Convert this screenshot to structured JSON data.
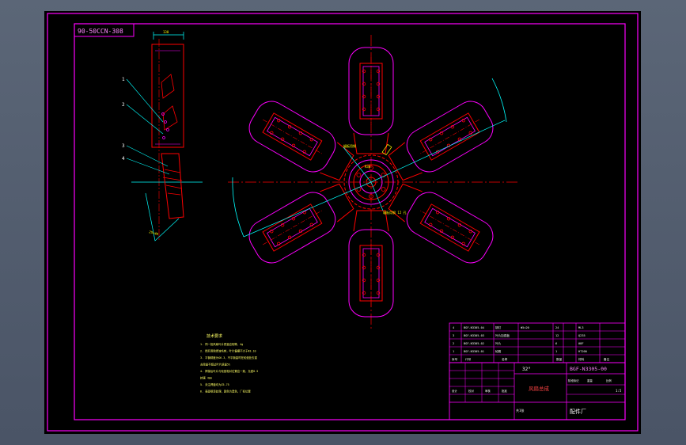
{
  "drawing_number_rotated": "90-50CCN-308",
  "part_labels": [
    "1",
    "2",
    "3",
    "4"
  ],
  "dimension_top": "130",
  "dimension_side": "25×40",
  "center_labels": [
    "辐板用钢",
    "R30",
    "辐板用钢 12 孔"
  ],
  "tech_notes": {
    "title": "技术要求",
    "lines": [
      "1. 同一批风扇叶片质量应相等，4g",
      "2. 焊后清除焊渣毛刺，叶片偏摆不大于Φ3.10",
      "3. 平衡精度为G6.3，不平衡量时在轮毂处去重",
      "   去除量不超过叶片质量5%",
      "4. 焊接后叶片与轮毂相对位置应一致，允差0.5",
      "   转速 4mm",
      "5. 未注焊缝均为Z5-75",
      "6. 表面喷漆处理，颜色为黑色，厂标位置"
    ]
  },
  "bom": {
    "rows": [
      {
        "no": "4",
        "code": "BGF-N3305-04",
        "name": "铆钉",
        "spec": "Φ5×20",
        "qty": "24",
        "material": "ML3"
      },
      {
        "no": "3",
        "code": "BGF-N3305-03",
        "name": "叶片加强板",
        "spec": "",
        "qty": "12",
        "material": "Q235"
      },
      {
        "no": "2",
        "code": "BGF-N3305-02",
        "name": "叶片",
        "spec": "",
        "qty": "6",
        "material": "08F"
      },
      {
        "no": "1",
        "code": "BGF-N3305-01",
        "name": "轮毂",
        "spec": "",
        "qty": "1",
        "material": "HT200"
      }
    ],
    "headers": [
      "序号",
      "代号",
      "名称",
      "数量",
      "材料",
      "备注"
    ]
  },
  "title_block": {
    "material_code": "32°",
    "drawing_no": "BGF-N3305-00",
    "title": "风扇总成",
    "stage_row": [
      "阶段标记",
      "重量",
      "比例"
    ],
    "scale": "1:5",
    "designer_row": [
      "设计",
      "校对",
      "审核",
      "批准"
    ],
    "sheet": "共1张",
    "company": "配件厂"
  },
  "colors": {
    "background": "#000000",
    "border": "#ff00ff",
    "outline": "#ff0000",
    "detail": "#ff00ff",
    "center_line": "#ff0000",
    "dimension": "#00ffff",
    "text": "#ffff00",
    "table_text": "#ffffff"
  }
}
